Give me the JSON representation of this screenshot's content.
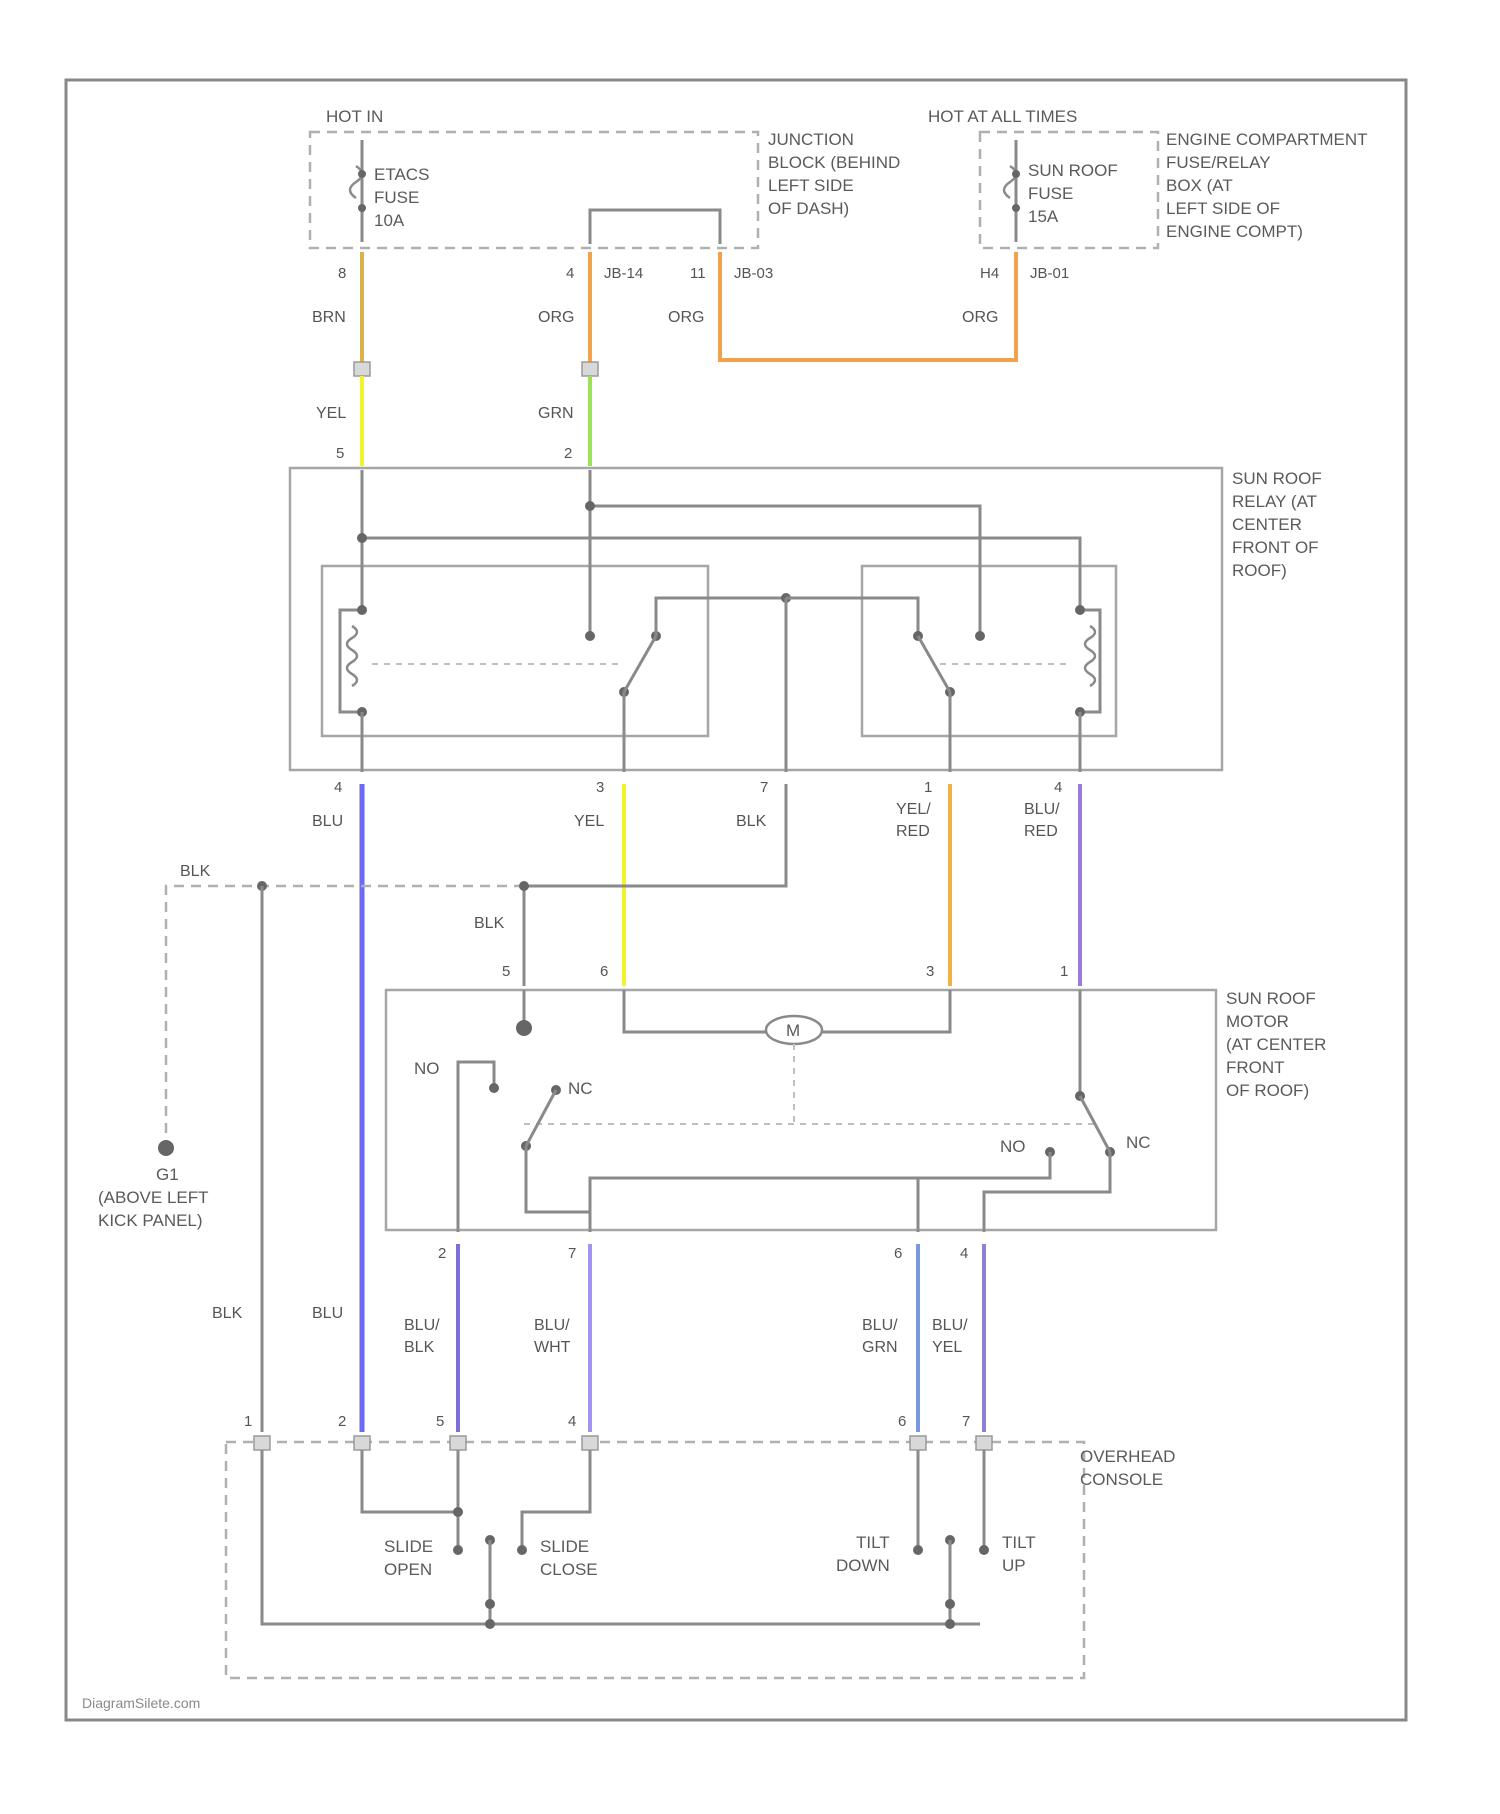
{
  "colors": {
    "brn": "#d9b24a",
    "org": "#f2a24a",
    "yel": "#f2f22e",
    "grn": "#9ce05a",
    "blu": "#6a6af5",
    "yel_red": "#f2b04a",
    "blu_red": "#9a7ae0",
    "blu_blk": "#7a70d8",
    "blu_wht": "#a294f0",
    "blu_grn": "#7a98e0",
    "blu_yel": "#8a80d8",
    "wire_default": "#8a8a8a",
    "frame": "#888888"
  },
  "labels": {
    "hot_in": "HOT IN",
    "hot_at_all_times": "HOT AT ALL TIMES",
    "etacs_fuse": [
      "ETACS",
      "FUSE",
      "10A"
    ],
    "sunroof_fuse": [
      "SUN ROOF",
      "FUSE",
      "15A"
    ],
    "junction_block": [
      "JUNCTION",
      "BLOCK (BEHIND",
      "LEFT SIDE",
      "OF DASH)"
    ],
    "engine_fuse_box": [
      "ENGINE COMPARTMENT",
      "FUSE/RELAY",
      "BOX (AT",
      "LEFT SIDE OF",
      "ENGINE COMPT)"
    ],
    "relay": [
      "SUN ROOF",
      "RELAY (AT",
      "CENTER",
      "FRONT OF",
      "ROOF)"
    ],
    "motor": [
      "SUN ROOF",
      "MOTOR",
      "(AT CENTER",
      "FRONT",
      "OF ROOF)"
    ],
    "ground": [
      "G1",
      "(ABOVE LEFT",
      "KICK PANEL)"
    ],
    "console": [
      "OVERHEAD",
      "CONSOLE"
    ],
    "motor_symbol": "M",
    "no": "NO",
    "nc": "NC",
    "switches": {
      "slide_open": [
        "SLIDE",
        "OPEN"
      ],
      "slide_close": [
        "SLIDE",
        "CLOSE"
      ],
      "tilt_down": [
        "TILT",
        "DOWN"
      ],
      "tilt_up": [
        "TILT",
        "UP"
      ]
    },
    "watermark": "DiagramSilete.com"
  },
  "connectors": {
    "jb_pin_a": "8",
    "jb_pin_b": "4",
    "jb_conn_b": "JB-14",
    "jb_pin_c": "11",
    "jb_conn_c": "JB-03",
    "eb_pin": "H4",
    "eb_conn": "JB-01"
  },
  "wires": {
    "brn": "BRN",
    "org1": "ORG",
    "org2": "ORG",
    "org3": "ORG",
    "yel_top": "YEL",
    "grn_top": "GRN",
    "blu": "BLU",
    "yel_mid": "YEL",
    "blk_mid": "BLK",
    "yel_red": [
      "YEL/",
      "RED"
    ],
    "blu_red": [
      "BLU/",
      "RED"
    ],
    "blk_top_left": "BLK",
    "blk_mid2": "BLK",
    "blk_lower": "BLK",
    "blu_lower": "BLU",
    "blu_blk": [
      "BLU/",
      "BLK"
    ],
    "blu_wht": [
      "BLU/",
      "WHT"
    ],
    "blu_grn": [
      "BLU/",
      "GRN"
    ],
    "blu_yel": [
      "BLU/",
      "YEL"
    ]
  },
  "pins": {
    "relay_top": [
      "5",
      "2"
    ],
    "relay_bottom": [
      "4",
      "3",
      "7",
      "1",
      "4"
    ],
    "motor_top": [
      "5",
      "6",
      "3",
      "1"
    ],
    "motor_bottom": [
      "2",
      "7",
      "6",
      "4"
    ],
    "console": [
      "1",
      "2",
      "5",
      "4",
      "6",
      "7"
    ]
  }
}
